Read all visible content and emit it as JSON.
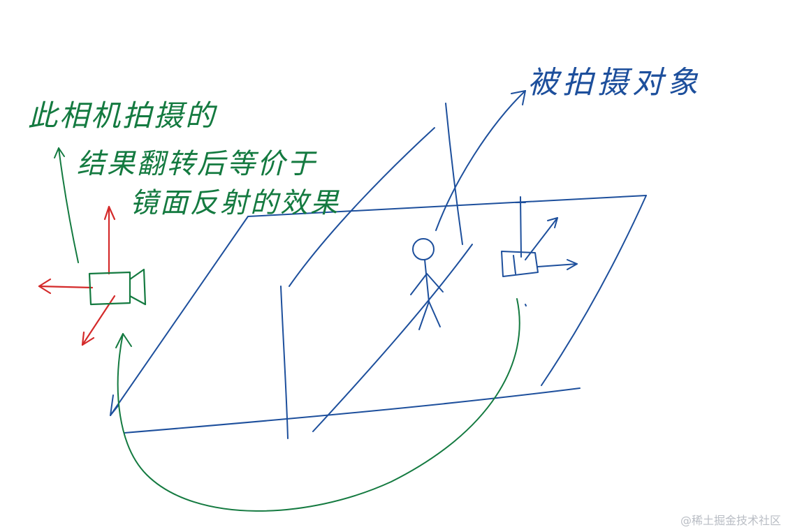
{
  "labels": {
    "camera_note_line1": "此相机拍摄的",
    "camera_note_line2": "结果翻转后等价于",
    "camera_note_line3": "镜面反射的效果",
    "subject": "被拍摄对象"
  },
  "watermark": "@稀土掘金技术社区",
  "colors": {
    "green_ink": "#147a40",
    "blue_ink": "#1d4f9c",
    "red_ink": "#d42a2a",
    "watermark": "#b9bdc4"
  }
}
